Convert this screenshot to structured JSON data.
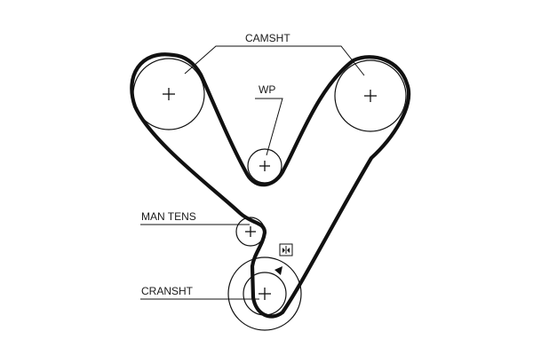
{
  "diagram": {
    "labels": {
      "camshaft": "CAMSHT",
      "water_pump": "WP",
      "manual_tensioner": "MAN TENS",
      "crankshaft": "CRANSHT"
    },
    "icons": {
      "timing_mark": "timing-mark-icon",
      "direction_arrow": "direction-arrow-icon"
    },
    "colors": {
      "line": "#111111",
      "background": "#ffffff"
    }
  }
}
